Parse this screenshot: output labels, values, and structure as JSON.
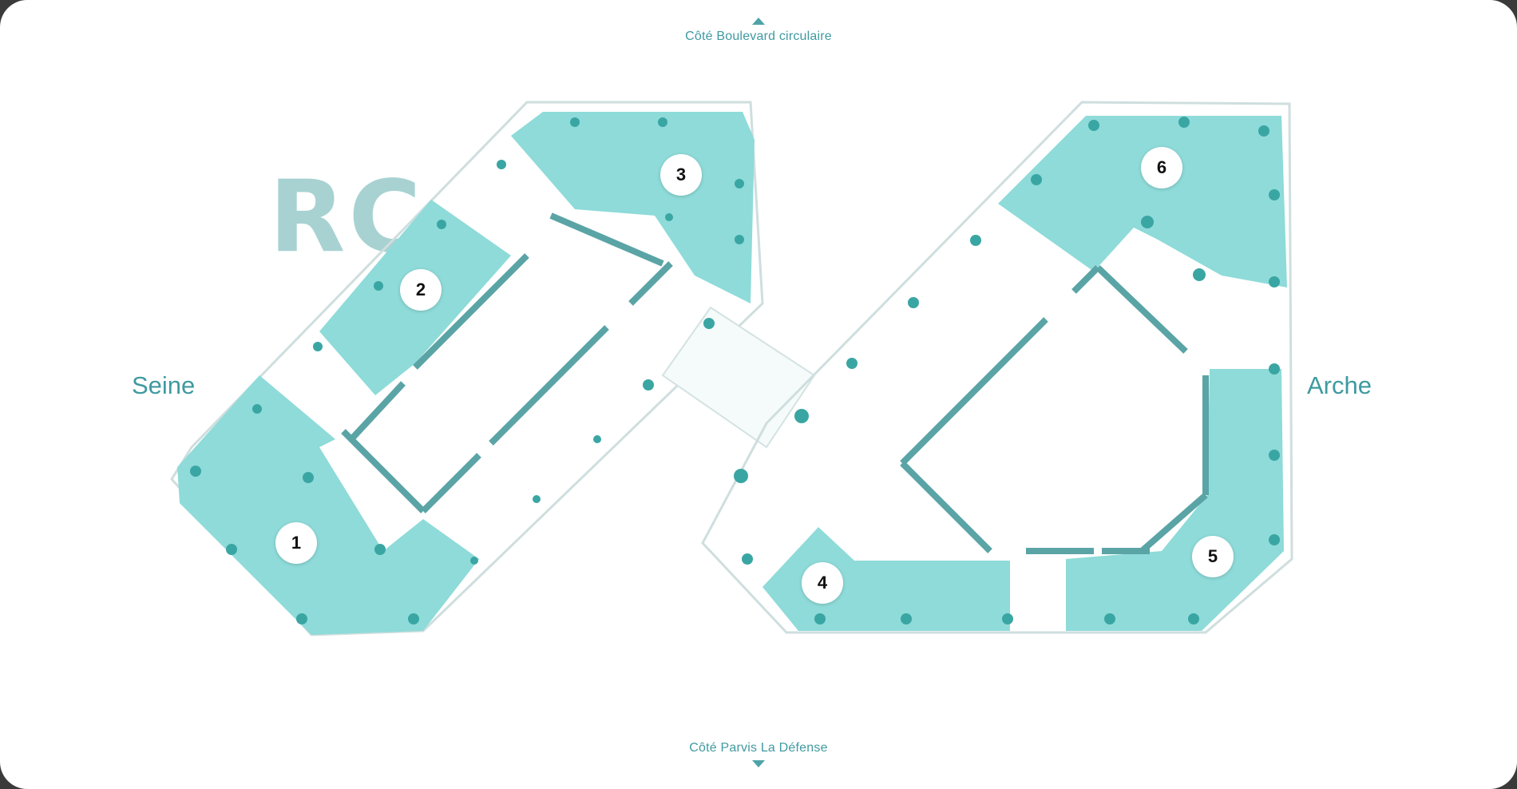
{
  "nav": {
    "top_label": "Côté Boulevard circulaire",
    "bottom_label": "Côté Parvis La Défense"
  },
  "sides": {
    "left": "Seine",
    "right": "Arche"
  },
  "level": "RC",
  "zones": [
    {
      "id": "1",
      "label": "1"
    },
    {
      "id": "2",
      "label": "2"
    },
    {
      "id": "3",
      "label": "3"
    },
    {
      "id": "4",
      "label": "4"
    },
    {
      "id": "5",
      "label": "5"
    },
    {
      "id": "6",
      "label": "6"
    }
  ],
  "colors": {
    "zone_fill": "#8edbd9",
    "accent": "#3f9aa0",
    "wall": "#5aa4a6",
    "outline": "#c9d6d6",
    "dot": "#3aa6a3"
  }
}
